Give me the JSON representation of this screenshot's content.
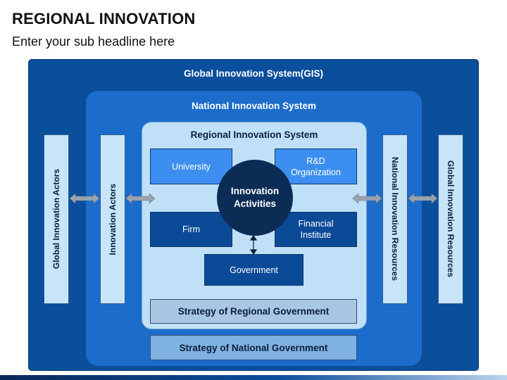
{
  "header": {
    "title": "REGIONAL INNOVATION",
    "subtitle": "Enter your sub headline here"
  },
  "diagram": {
    "global_system": "Global Innovation System(GIS)",
    "national_system": "National Innovation System",
    "regional_system": "Regional Innovation System",
    "left_outer_bar": "Global Innovation Actors",
    "left_inner_bar": "Innovation Actors",
    "right_inner_bar": "National Innovation Resources",
    "right_outer_bar": "Global Innovation Resources",
    "center": "Innovation Activities",
    "boxes": {
      "university": "University",
      "rd_organization": "R&D Organization",
      "firm": "Firm",
      "financial_institute": "Financial Institute",
      "government": "Government"
    },
    "strategy_regional": "Strategy of Regional Government",
    "strategy_national": "Strategy of National Government"
  },
  "colors": {
    "gis": "#0a4e9c",
    "nis": "#1c6ccb",
    "ris": "#bfe0f7",
    "circle": "#0b2c55",
    "box_light": "#3c8ff0",
    "box_dark": "#0b4a96",
    "arrow": "#9aa3ad"
  }
}
